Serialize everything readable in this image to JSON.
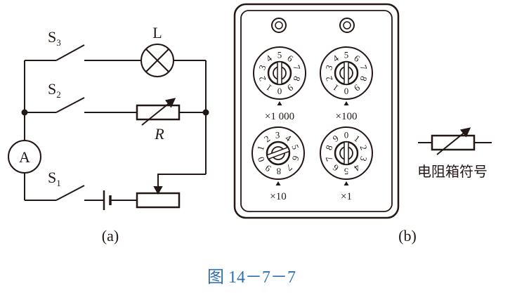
{
  "figure_caption": "图 14－7－7",
  "panel_a": {
    "label": "(a)",
    "switch_s3_label": "S",
    "switch_s3_sub": "3",
    "switch_s2_label": "S",
    "switch_s2_sub": "2",
    "switch_s1_label": "S",
    "switch_s1_sub": "1",
    "lamp_label": "L",
    "ammeter_label": "A",
    "resistor_box_label": "R"
  },
  "panel_b": {
    "label": "(b)",
    "dials": [
      {
        "multiplier": "×1 000",
        "digits": [
          "0",
          "1",
          "2",
          "3",
          "4",
          "5",
          "6",
          "7",
          "8",
          "9"
        ]
      },
      {
        "multiplier": "×100",
        "digits": [
          "0",
          "1",
          "2",
          "3",
          "4",
          "5",
          "6",
          "7",
          "8",
          "9"
        ]
      },
      {
        "multiplier": "×10",
        "digits": [
          "0",
          "1",
          "2",
          "3",
          "4",
          "5",
          "6",
          "7",
          "8",
          "9"
        ]
      },
      {
        "multiplier": "×1",
        "digits": [
          "0",
          "1",
          "2",
          "3",
          "4",
          "5",
          "6",
          "7",
          "8",
          "9"
        ]
      }
    ],
    "symbol_legend": "电阻箱符号"
  },
  "colors": {
    "ink": "#231815",
    "caption": "#2f6fb0"
  }
}
